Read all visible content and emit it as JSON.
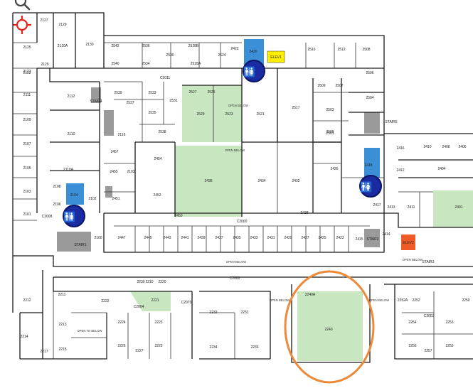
{
  "toolbar": {
    "search_icon": "search-icon",
    "locate_icon": "crosshair-icon"
  },
  "colors": {
    "highlight_room": "#c8e6c0",
    "elevator": "#3b8fd6",
    "elevator_label": "#ffee00",
    "elevator_alt": "#f05a28",
    "accessible_badge": "#1a2aa0",
    "orange_ring": "#ec8a3a"
  },
  "labels": {
    "upper": [
      "2127",
      "2129",
      "2125",
      "2120A",
      "2130",
      "2542",
      "2536",
      "2528B",
      "2524",
      "2516",
      "2512",
      "2508",
      "2123",
      "2120",
      "2540",
      "2534",
      "2530",
      "2528A",
      "2506",
      "2113",
      "C2011",
      "2509",
      "2507",
      "2111",
      "2112",
      "2539",
      "2533",
      "2531",
      "2527",
      "2525",
      "2504",
      "STAIR4",
      "2503",
      "2109",
      "2537",
      "2535",
      "2529",
      "2523",
      "2521",
      "2517",
      "2505",
      "2110",
      "2538",
      "2501",
      "2107",
      "STAIR5",
      "2116",
      "2105",
      "2455",
      "2457",
      "2454",
      "2416",
      "2410",
      "2408",
      "2406",
      "2110A",
      "2418",
      "2412",
      "2404",
      "2103",
      "2108",
      "2106",
      "2104",
      "2102",
      "2451",
      "2436",
      "2434",
      "2432",
      "2426",
      "2101",
      "2452",
      "2417",
      "2413",
      "2411",
      "2401",
      "C2008",
      "2450",
      "2428",
      "2414",
      "C2000",
      "2447",
      "2445",
      "2443",
      "2441",
      "2439",
      "2437",
      "2435",
      "2433",
      "2431",
      "2429",
      "2427",
      "2425",
      "2423",
      "2415",
      "2100",
      "STAIR1",
      "STAIR2",
      "STAIR3",
      "2422",
      "2420",
      "2103",
      "ELEV1",
      "ELEV2"
    ],
    "lower": [
      "C2000",
      "2210",
      "2220",
      "2240A",
      "2212",
      "2211",
      "2222",
      "2221",
      "C2070",
      "2232",
      "2231",
      "2252A",
      "2252",
      "2250",
      "C2002",
      "C2004",
      "2213",
      "2224",
      "2223",
      "2254",
      "2253",
      "2214",
      "2240",
      "2217",
      "2215",
      "2226",
      "2227",
      "2225",
      "2234",
      "2233",
      "2256",
      "2257",
      "2255",
      "2230"
    ],
    "notes": {
      "open_below": "OPEN BELOW",
      "open_to_below": "OPEN TO BELOW"
    }
  }
}
